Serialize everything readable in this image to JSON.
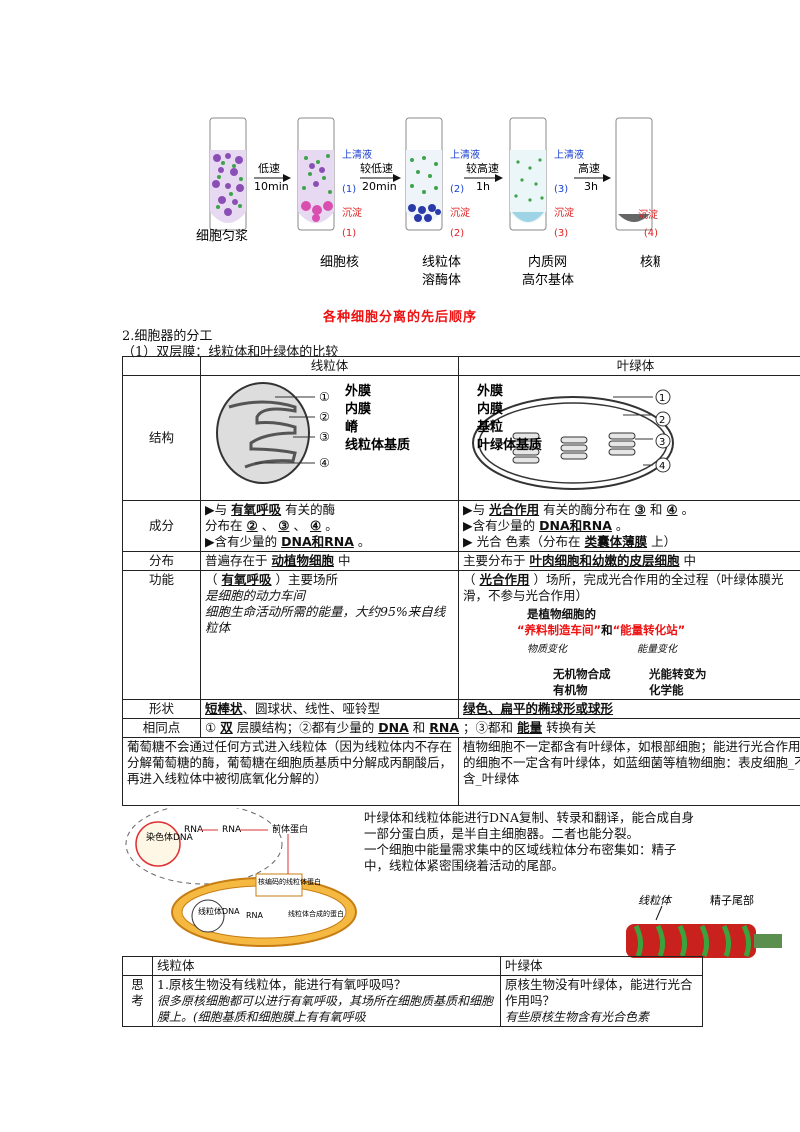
{
  "centrifuge": {
    "tube1_label": "细胞匀浆",
    "steps": [
      {
        "speed": "低速",
        "time": "10min"
      },
      {
        "speed": "较低速",
        "time": "20min"
      },
      {
        "speed": "较高速",
        "time": "1h"
      },
      {
        "speed": "高速",
        "time": "3h"
      }
    ],
    "supernatants": [
      {
        "text": "上清液",
        "num": "(1)"
      },
      {
        "text": "上清液",
        "num": "(2)"
      },
      {
        "text": "上清液",
        "num": "(3)"
      }
    ],
    "precipitates": [
      {
        "text": "沉淀",
        "num": "(1)",
        "label": "细胞核"
      },
      {
        "text": "沉淀",
        "num": "(2)",
        "label": "线粒体",
        "label2": "溶酶体"
      },
      {
        "text": "沉淀",
        "num": "(3)",
        "label": "内质网",
        "label2": "高尔基体"
      },
      {
        "text": "沉淀",
        "num": "(4)",
        "label": "核糖体"
      }
    ],
    "caption": "各种细胞分离的先后顺序"
  },
  "section": {
    "heading": "2.细胞器的分工",
    "subheading": "（1）双层膜：线粒体和叶绿体的比较"
  },
  "table": {
    "col_mito": "线粒体",
    "col_chloro": "叶绿体",
    "row_structure": "结构",
    "mito_struct_labels": [
      "外膜",
      "内膜",
      "嵴",
      "线粒体基质"
    ],
    "chloro_struct_labels": [
      "外膜",
      "内膜",
      "基粒",
      "叶绿体基质"
    ],
    "markers": [
      "①",
      "②",
      "③",
      "④"
    ],
    "row_component": "成分",
    "mito_comp": {
      "l1a": "▶与",
      "l1b": "有氧呼吸",
      "l1c": "有关的酶",
      "l2a": "分布在",
      "b1": "②",
      "b2": "③",
      "b3": "④",
      "l2end": "。",
      "l3a": "▶含有少量的",
      "l3b": "DNA和RNA",
      "l3c": "。"
    },
    "chloro_comp": {
      "l1a": "▶与",
      "l1b": "光合作用",
      "l1c": "有关的酶分布在",
      "b1": "③",
      "and": "和",
      "b2": "④",
      "end": "。",
      "l2a": "▶含有少量的",
      "l2b": "DNA和RNA",
      "l2c": "。",
      "l3a": "▶ 光合 色素（分布在",
      "l3b": "类囊体薄膜",
      "l3c": "上）"
    },
    "row_distribution": "分布",
    "mito_dist": {
      "a": "普遍存在于",
      "b": "动植物细胞",
      "c": "中"
    },
    "chloro_dist": {
      "a": "主要分布于",
      "b": "叶肉细胞和幼嫩的皮层细胞",
      "c": "中"
    },
    "row_function": "功能",
    "mito_func": {
      "a": "（",
      "b": "有氧呼吸",
      "c": "）主要场所",
      "d": "是细胞的动力车间",
      "e": "细胞生命活动所需的能量，大约95%来自线粒体"
    },
    "chloro_func": {
      "a": "（",
      "b": "光合作用",
      "c": "）场所，完成光合作用的全过程（叶绿体膜光滑，不参与光合作用）",
      "d1": "是植物细胞的",
      "d2": "“养料制造车间”",
      "d3": "和",
      "d4": "“能量转化站”",
      "e1": "物质变化",
      "e2": "能量变化",
      "f1": "无机物合成有机物",
      "f2": "光能转变为化学能"
    },
    "row_shape": "形状",
    "mito_shape": {
      "a": "短棒状",
      "b": "、圆球状、线性、哑铃型"
    },
    "chloro_shape": "绿色、扁平的椭球形或球形",
    "row_same": "相同点",
    "same": {
      "a": "①",
      "b": "双",
      "c": "层膜结构；②都有少量的",
      "d": "DNA",
      "e": "和",
      "f": "RNA",
      "g": "；③都和",
      "h": "能量",
      "i": "转换有关"
    },
    "note_left": "葡萄糖不会通过任何方式进入线粒体（因为线粒体内不存在分解葡萄糖的酶，葡萄糖在细胞质基质中分解成丙酮酸后，再进入线粒体中被彻底氧化分解的）",
    "note_right": "植物细胞不一定都含有叶绿体，如根部细胞；能进行光合作用的细胞不一定含有叶绿体，如蓝细菌等植物细胞：表皮细胞_不含_叶绿体"
  },
  "dna_diagram": {
    "nuclear_dna": "染色体DNA",
    "rna1": "RNA",
    "rna2": "RNA",
    "protein1": "前体蛋白",
    "protein2": "核编码的线粒体蛋白",
    "mito_dna": "线粒体DNA",
    "rna3": "RNA",
    "protein3": "线粒体合成的蛋白"
  },
  "intro": {
    "p1": "叶绿体和线粒体能进行DNA复制、转录和翻译，能合成自身一部分蛋白质，是半自主细胞器。二者也能分裂。",
    "p2": "一个细胞中能量需求集中的区域线粒体分布密集如：精子中，线粒体紧密围绕着活动的尾部。"
  },
  "sperm": {
    "label1": "线粒体",
    "label2": "精子尾部"
  },
  "think": {
    "col_mito": "线粒体",
    "col_chloro": "叶绿体",
    "row_label": "思考",
    "mito_q": "1.原核生物没有线粒体，能进行有氧呼吸吗？",
    "mito_a": "很多原核细胞都可以进行有氧呼吸，其场所在细胞质基质和细胞膜上。(细胞基质和细胞膜上有有氧呼吸",
    "chloro_q": "原核生物没有叶绿体，能进行光合作用吗？",
    "chloro_a": "有些原核生物含有光合色素"
  }
}
